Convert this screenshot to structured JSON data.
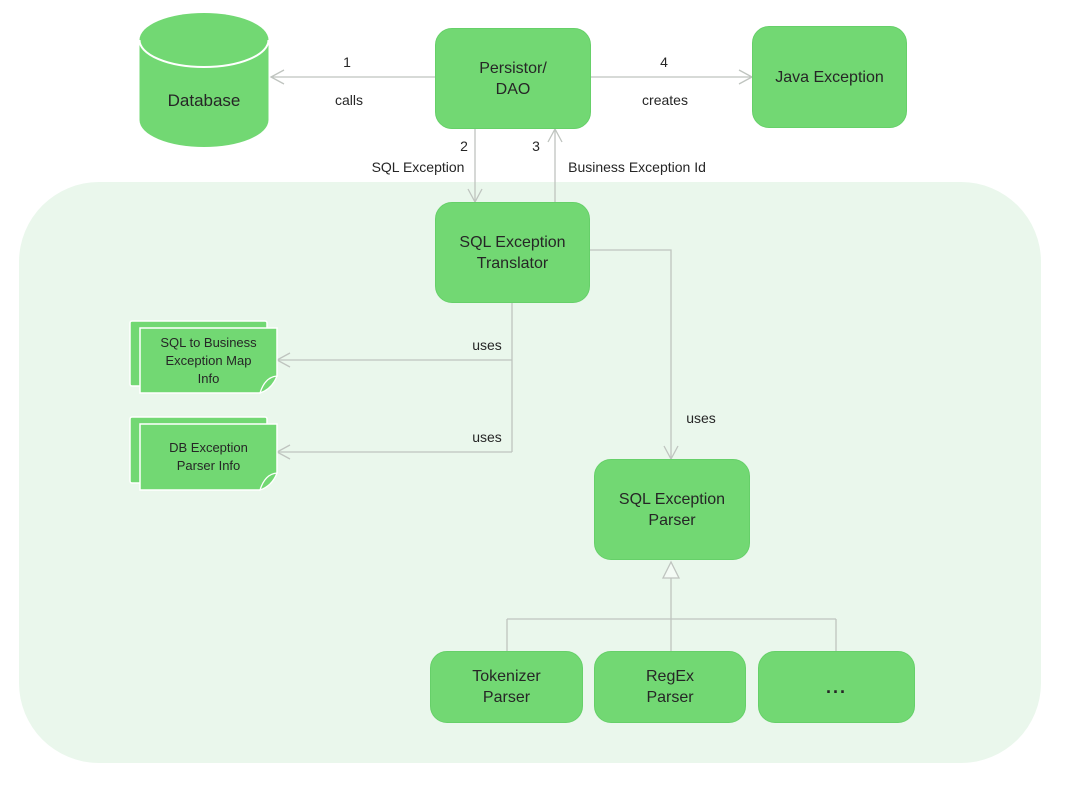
{
  "colors": {
    "node_fill": "#72d873",
    "node_border": "#66d069",
    "container_fill": "#eaf7ec",
    "line": "#bfc4bf",
    "text": "#262626"
  },
  "nodes": {
    "database": {
      "label": "Database"
    },
    "persistor": {
      "label": "Persistor/\nDAO"
    },
    "java_exception": {
      "label": "Java Exception"
    },
    "sql_exception_translator": {
      "label": "SQL Exception\nTranslator"
    },
    "sql_to_business_map": {
      "label": "SQL to Business\nException Map\nInfo"
    },
    "db_exception_parser_info": {
      "label": "DB Exception\nParser Info"
    },
    "sql_exception_parser": {
      "label": "SQL Exception\nParser"
    },
    "tokenizer_parser": {
      "label": "Tokenizer\nParser"
    },
    "regex_parser": {
      "label": "RegEx\nParser"
    },
    "more_parsers": {
      "label": "..."
    }
  },
  "edges": {
    "calls": {
      "number": "1",
      "label": "calls"
    },
    "sql_exception": {
      "number": "2",
      "label": "SQL Exception"
    },
    "business_exception_id": {
      "number": "3",
      "label": "Business Exception Id"
    },
    "creates": {
      "number": "4",
      "label": "creates"
    },
    "uses_map": {
      "label": "uses"
    },
    "uses_parser_info": {
      "label": "uses"
    },
    "uses_parser": {
      "label": "uses"
    }
  }
}
